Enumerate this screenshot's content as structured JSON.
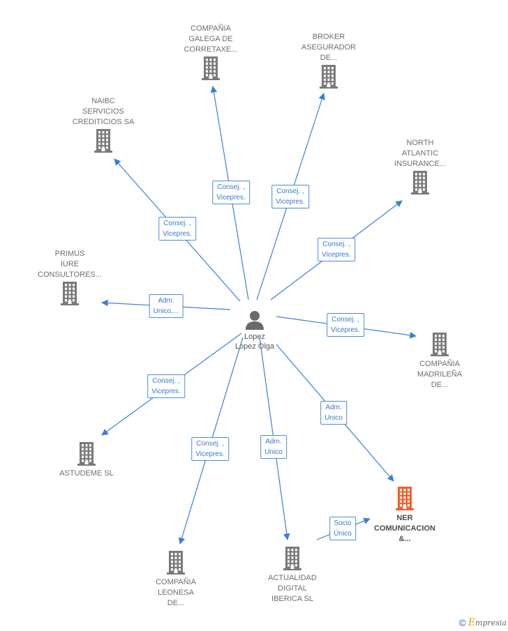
{
  "center": {
    "name": "Lopez\nLopez Olga"
  },
  "companies": [
    {
      "id": "galega",
      "name": "COMPAÑIA\nGALEGA DE\nCORRETAXE...",
      "highlight": false
    },
    {
      "id": "broker",
      "name": "BROKER\nASEGURADOR\nDE...",
      "highlight": false
    },
    {
      "id": "naibc",
      "name": "NAIBC\nSERVICIOS\nCREDITICIOS SA",
      "highlight": false
    },
    {
      "id": "north",
      "name": "NORTH\nATLANTIC\nINSURANCE...",
      "highlight": false
    },
    {
      "id": "primus",
      "name": "PRIMUS\nIURE\nCONSULTORES...",
      "highlight": false
    },
    {
      "id": "madrilena",
      "name": "COMPAÑIA\nMADRILEÑA\nDE...",
      "highlight": false
    },
    {
      "id": "astudeme",
      "name": "ASTUDEME  SL",
      "highlight": false
    },
    {
      "id": "ner",
      "name": "NER\nCOMUNICACION\n&...",
      "highlight": true
    },
    {
      "id": "leonesa",
      "name": "COMPAÑIA\nLEONESA\nDE...",
      "highlight": false
    },
    {
      "id": "actualidad",
      "name": "ACTUALIDAD\nDIGITAL\nIBERICA  SL",
      "highlight": false
    }
  ],
  "relations": [
    {
      "from": "center",
      "to": "galega",
      "label": "Consej. ,\nVicepres."
    },
    {
      "from": "center",
      "to": "broker",
      "label": "Consej. ,\nVicepres."
    },
    {
      "from": "center",
      "to": "naibc",
      "label": "Consej. ,\nVicepres."
    },
    {
      "from": "center",
      "to": "north",
      "label": "Consej. ,\nVicepres."
    },
    {
      "from": "center",
      "to": "primus",
      "label": "Adm.\nUnico,..."
    },
    {
      "from": "center",
      "to": "madrilena",
      "label": "Consej. ,\nVicepres."
    },
    {
      "from": "center",
      "to": "astudeme",
      "label": "Consej. ,\nVicepres."
    },
    {
      "from": "center",
      "to": "ner",
      "label": "Adm.\nUnico"
    },
    {
      "from": "center",
      "to": "leonesa",
      "label": "Consej. ,\nVicepres."
    },
    {
      "from": "center",
      "to": "actualidad",
      "label": "Adm.\nUnico"
    },
    {
      "from": "actualidad",
      "to": "ner",
      "label": "Socio\nÚnico"
    }
  ],
  "colors": {
    "edge": "#3a7fd5",
    "building": "#7a7a7a",
    "building_highlight": "#f0602a",
    "person": "#6a6a6a"
  },
  "watermark": {
    "symbol": "©",
    "brand_initial": "E",
    "brand_rest": "mpresia"
  }
}
